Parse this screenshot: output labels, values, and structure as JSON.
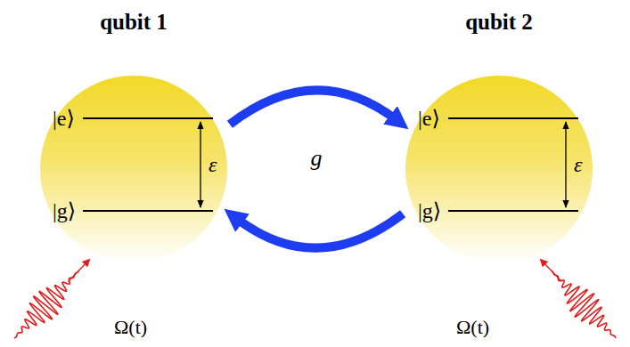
{
  "diagram": {
    "nodes": [
      {
        "text": [
          "qubit 1",
          "|e⟩",
          "|g⟩",
          "ε"
        ]
      },
      {
        "text": [
          "qubit 2",
          "|e⟩",
          "|g⟩",
          "ε"
        ]
      }
    ],
    "edges": [
      {
        "from": 0,
        "to": 1,
        "arrow": "both",
        "label": "g"
      }
    ],
    "labels": [
      "Ω(t)",
      "Ω(t)"
    ]
  }
}
